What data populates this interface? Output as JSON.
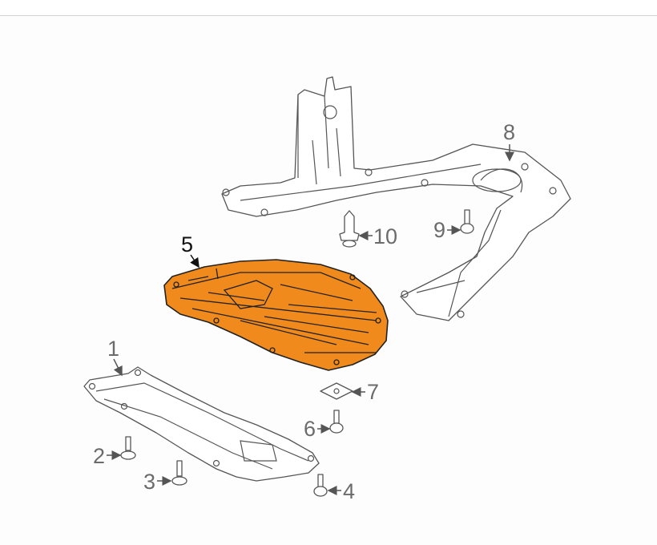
{
  "diagram": {
    "highlight_color": "#f08a1c",
    "callouts": [
      {
        "id": "1",
        "label": "1"
      },
      {
        "id": "2",
        "label": "2"
      },
      {
        "id": "3",
        "label": "3"
      },
      {
        "id": "4",
        "label": "4"
      },
      {
        "id": "5",
        "label": "5"
      },
      {
        "id": "6",
        "label": "6"
      },
      {
        "id": "7",
        "label": "7"
      },
      {
        "id": "8",
        "label": "8"
      },
      {
        "id": "9",
        "label": "9"
      },
      {
        "id": "10",
        "label": "10"
      }
    ]
  }
}
